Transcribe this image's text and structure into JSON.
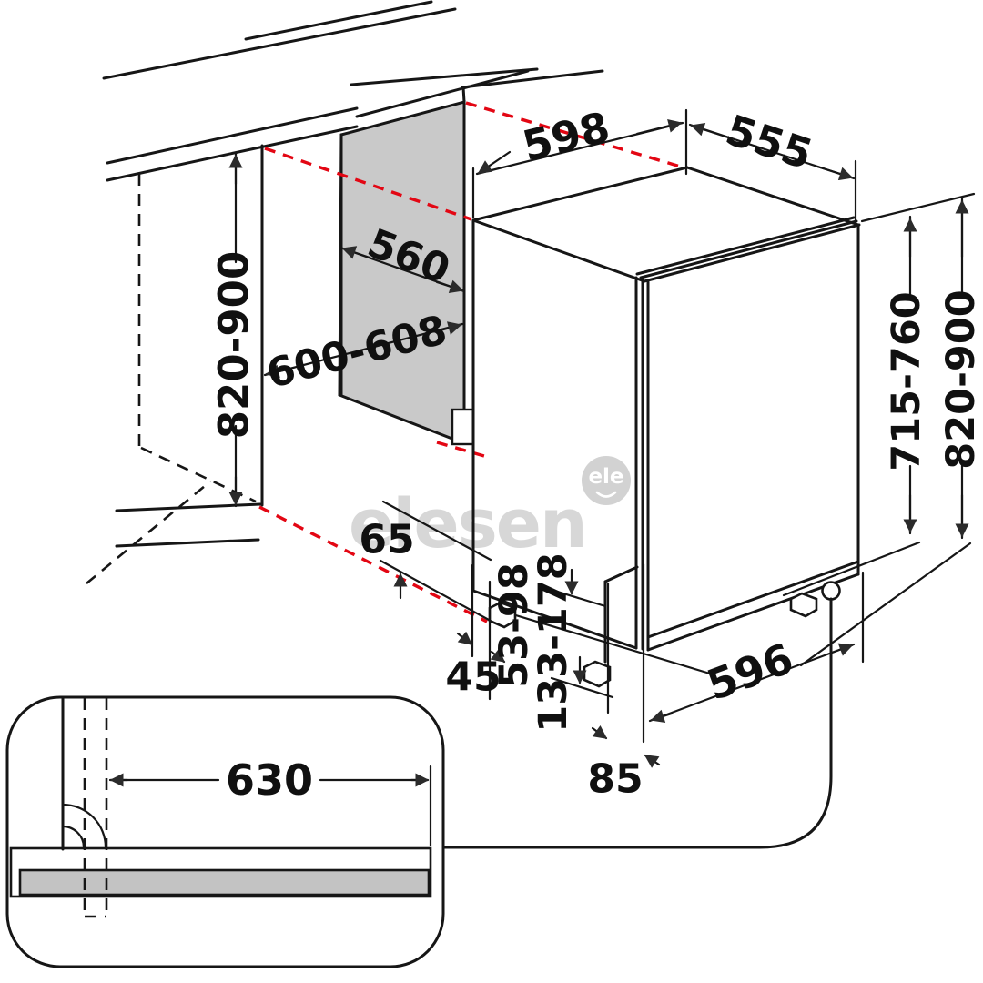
{
  "title": "Built-in dishwasher installation dimension diagram",
  "units": "mm",
  "colors": {
    "background": "#ffffff",
    "line": "#161616",
    "red_guide": "#e30613",
    "niche_panel_gray": "#c9c9c9",
    "plinth_bar_gray": "#c3c3c3",
    "watermark_gray": "#d7d7d7",
    "watermark_badge_gray": "#d2d2d2"
  },
  "watermark": {
    "text": "elesen",
    "badge": "ele"
  },
  "dimensions": {
    "top_width": {
      "label": "598"
    },
    "top_depth": {
      "label": "555"
    },
    "niche_depth": {
      "label": "560"
    },
    "niche_width": {
      "label": "600-608"
    },
    "niche_height_left": {
      "label": "820-900"
    },
    "appliance_height": {
      "label": "715-760"
    },
    "overall_height_right": {
      "label": "820-900"
    },
    "front_protrusion": {
      "label": "65"
    },
    "foot_offset": {
      "label": "45"
    },
    "base_clearance": {
      "label": "53-98"
    },
    "plinth_clearance": {
      "label": "133-178"
    },
    "bottom_width": {
      "label": "596"
    },
    "foot_inset": {
      "label": "85"
    },
    "hose_reach": {
      "label": "630"
    }
  }
}
